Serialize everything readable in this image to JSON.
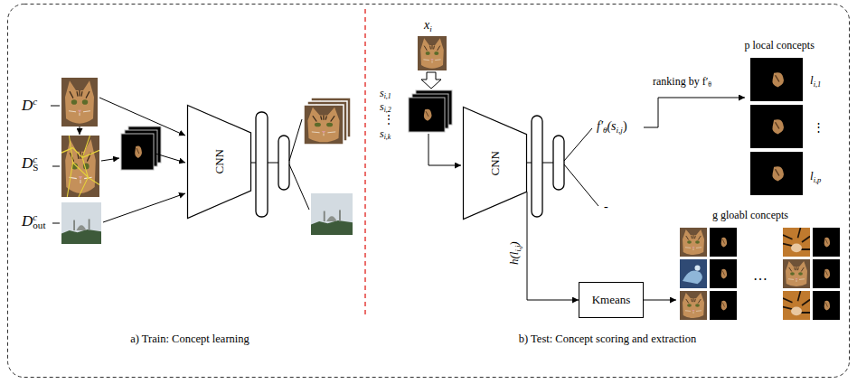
{
  "diagram": {
    "nodes": [
      {
        "text": [
          "a) Train: Concept learning",
          "b) Test: Concept scoring and extraction"
        ]
      },
      {
        "text": [
          "CNN"
        ],
        "in": 0
      },
      {
        "text": [
          "CNN"
        ],
        "in": 0
      },
      {
        "text": [
          "Kmeans"
        ],
        "in": 0
      }
    ],
    "edges": [
      {
        "from": 2,
        "to": 3,
        "arrow": "to"
      }
    ],
    "labels": [
      "D",
      "c",
      "D",
      "c",
      "S",
      "D",
      "c",
      "out",
      "x",
      "i",
      "s",
      "i,1",
      "s",
      "i,2",
      "⋮",
      "s",
      "i,k",
      "f′",
      "θ",
      "(s",
      "i,j",
      ")",
      "ranking by f′",
      "θ",
      "-",
      "p local concepts",
      "l",
      "i,1",
      "⋮",
      "l",
      "i,p",
      "h(l",
      "i,j",
      ")",
      "g gloabl concepts",
      "…"
    ]
  }
}
